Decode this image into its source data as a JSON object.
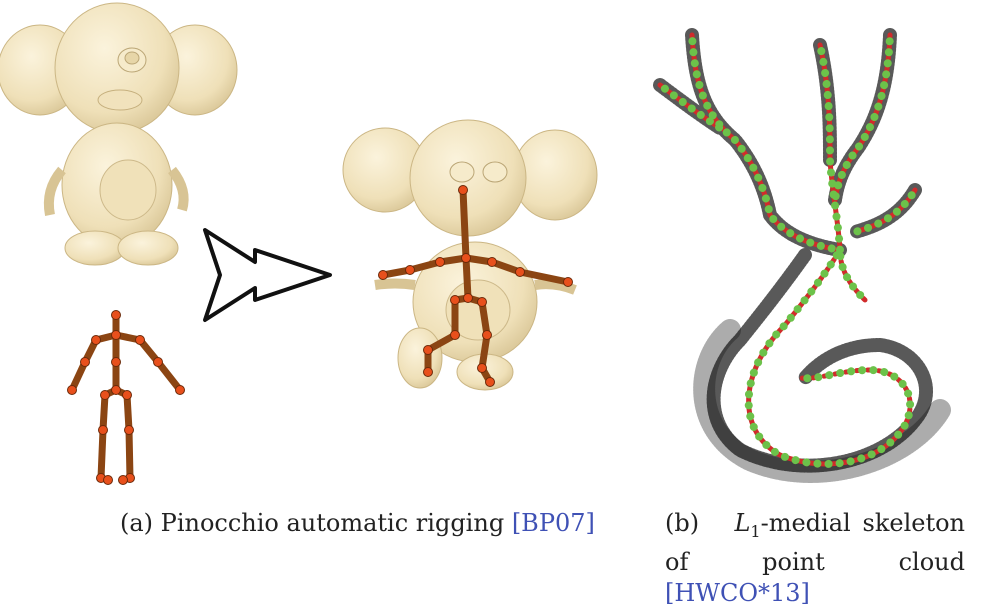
{
  "figure": {
    "panel_a": {
      "caption_prefix": "(a) Pinocchio automatic rigging ",
      "caption_cite": "[BP07]"
    },
    "panel_b": {
      "caption_label": "(b)",
      "caption_symbol": "L",
      "caption_subscript": "1",
      "caption_rest": "-medial skeleton of point cloud ",
      "caption_cite": "[HWCO*13]"
    },
    "colors": {
      "mesh": "#f3e6c4",
      "bone": "#8b4513",
      "joint": "#e8501c",
      "skeleton_red": "#d12b2b",
      "skeleton_green": "#6cc24a",
      "points": "#222222"
    }
  }
}
